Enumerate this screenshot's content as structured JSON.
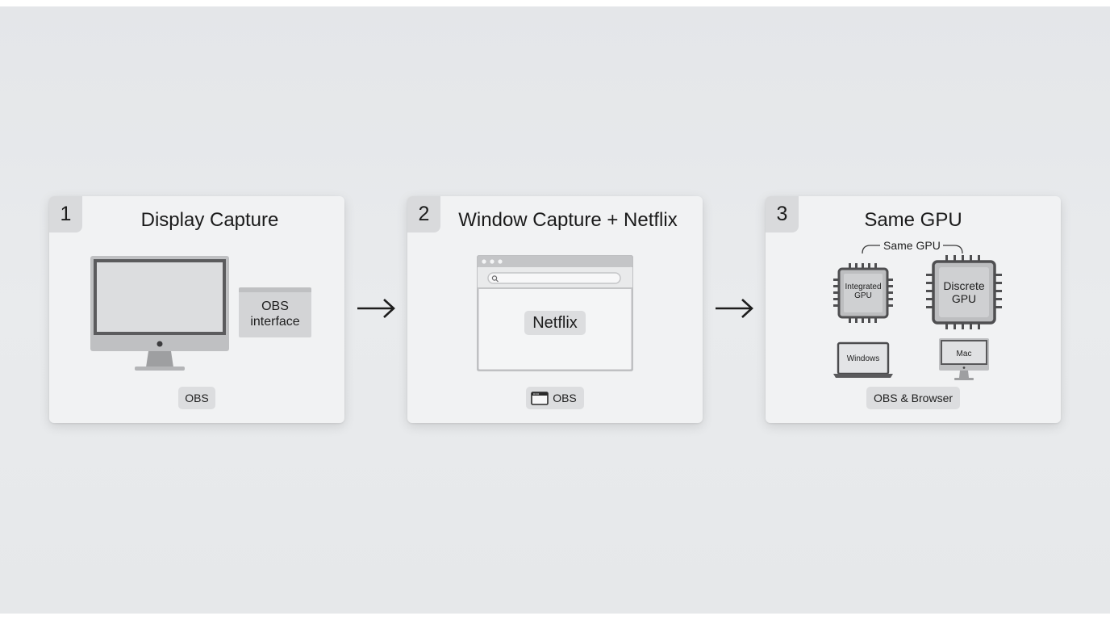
{
  "steps": [
    {
      "number": "1",
      "title": "Display Capture",
      "panel_line1": "OBS",
      "panel_line2": "interface",
      "pill": "OBS",
      "icons": [
        "monitor-icon"
      ]
    },
    {
      "number": "2",
      "title": "Window Capture + Netflix",
      "window_label": "Netflix",
      "pill": "OBS",
      "icons": [
        "browser-window-icon",
        "search-icon",
        "window-icon"
      ]
    },
    {
      "number": "3",
      "title": "Same GPU",
      "bracket_label": "Same GPU",
      "integrated_line1": "Integrated",
      "integrated_line2": "GPU",
      "discrete_line1": "Discrete",
      "discrete_line2": "GPU",
      "laptop_label": "Windows",
      "desktop_label": "Mac",
      "pill": "OBS & Browser",
      "icons": [
        "chip-icon",
        "laptop-icon",
        "desktop-icon"
      ]
    }
  ],
  "connectors": [
    "arrow-right-icon",
    "arrow-right-icon"
  ],
  "colors": {
    "background": "#e7e9eb",
    "card": "#f1f2f3",
    "badge": "#d9dadc",
    "icon_fill": "#d6d7d9",
    "icon_stroke": "#5c5c5e"
  }
}
